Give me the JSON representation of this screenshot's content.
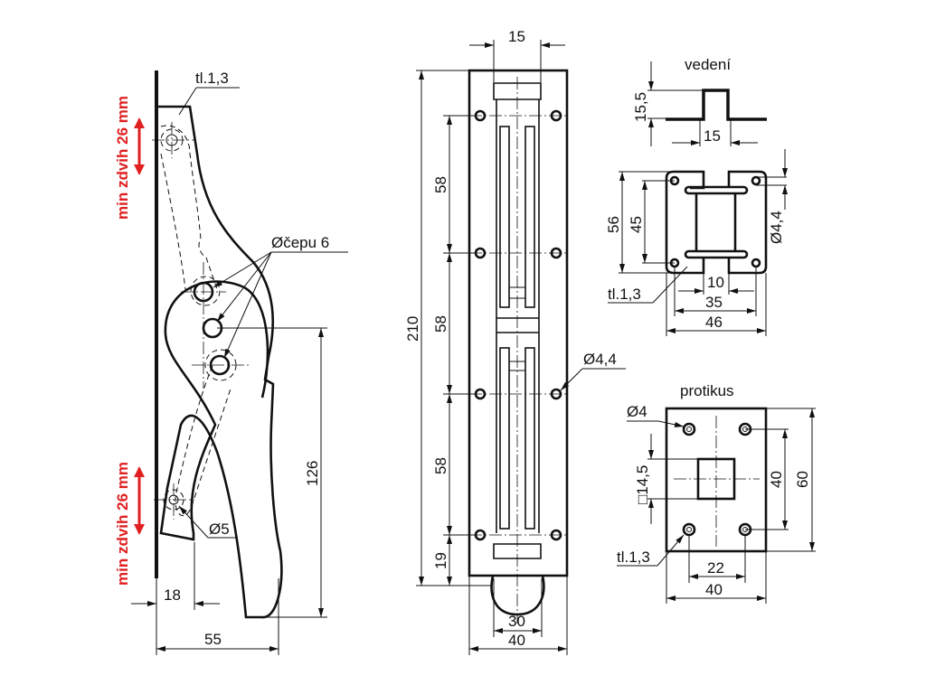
{
  "colors": {
    "annotation": "#e02020",
    "line": "#111111"
  },
  "lever": {
    "thickness_label": "tl.1,3",
    "stroke_top": "min zdvih 26 mm",
    "stroke_bottom": "min zdvih 26 mm",
    "pin_label": "Øčepu 6",
    "hole_label": "Ø5",
    "dim_18": "18",
    "dim_55": "55",
    "dim_126": "126"
  },
  "base_plate": {
    "dim_top": "15",
    "dim_total": "210",
    "dim_pitch_1": "58",
    "dim_pitch_2": "58",
    "dim_pitch_3": "58",
    "dim_bottom": "19",
    "hole_label": "Ø4,4",
    "dim_30": "30",
    "dim_40": "40"
  },
  "guide": {
    "title": "vedení",
    "dim_height": "15,5",
    "dim_width": "15",
    "dim_56": "56",
    "dim_45": "45",
    "hole_label": "Ø4,4",
    "thickness_label": "tl.1,3",
    "dim_10": "10",
    "dim_35": "35",
    "dim_46": "46"
  },
  "counterpart": {
    "title": "protikus",
    "hole_label": "Ø4",
    "square_label": "□14,5",
    "dim_40v": "40",
    "dim_60": "60",
    "thickness_label": "tl.1,3",
    "dim_22": "22",
    "dim_40h": "40"
  }
}
